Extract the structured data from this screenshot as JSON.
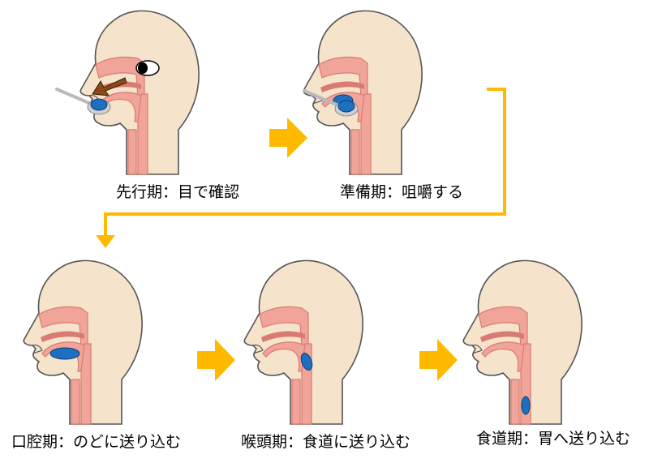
{
  "stages": [
    {
      "id": "cognitive",
      "label": "先行期：目で確認"
    },
    {
      "id": "preparatory",
      "label": "準備期：咀嚼する"
    },
    {
      "id": "oral",
      "label": "口腔期：のどに送り込む"
    },
    {
      "id": "pharyngeal",
      "label": "喉頭期：食道に送り込む"
    },
    {
      "id": "esophageal",
      "label": "食道期：胃へ送り込む"
    }
  ],
  "colors": {
    "skin": "#f5e3cb",
    "outline": "#555555",
    "tissue": "#f0a49a",
    "tissue_dark": "#d97b72",
    "bolus": "#1f6fc0",
    "bolus_outline": "#0b3f7a",
    "spoon": "#b9b9b9",
    "flow_arrow": "#ffba00",
    "look_arrow": "#8a4a16"
  }
}
